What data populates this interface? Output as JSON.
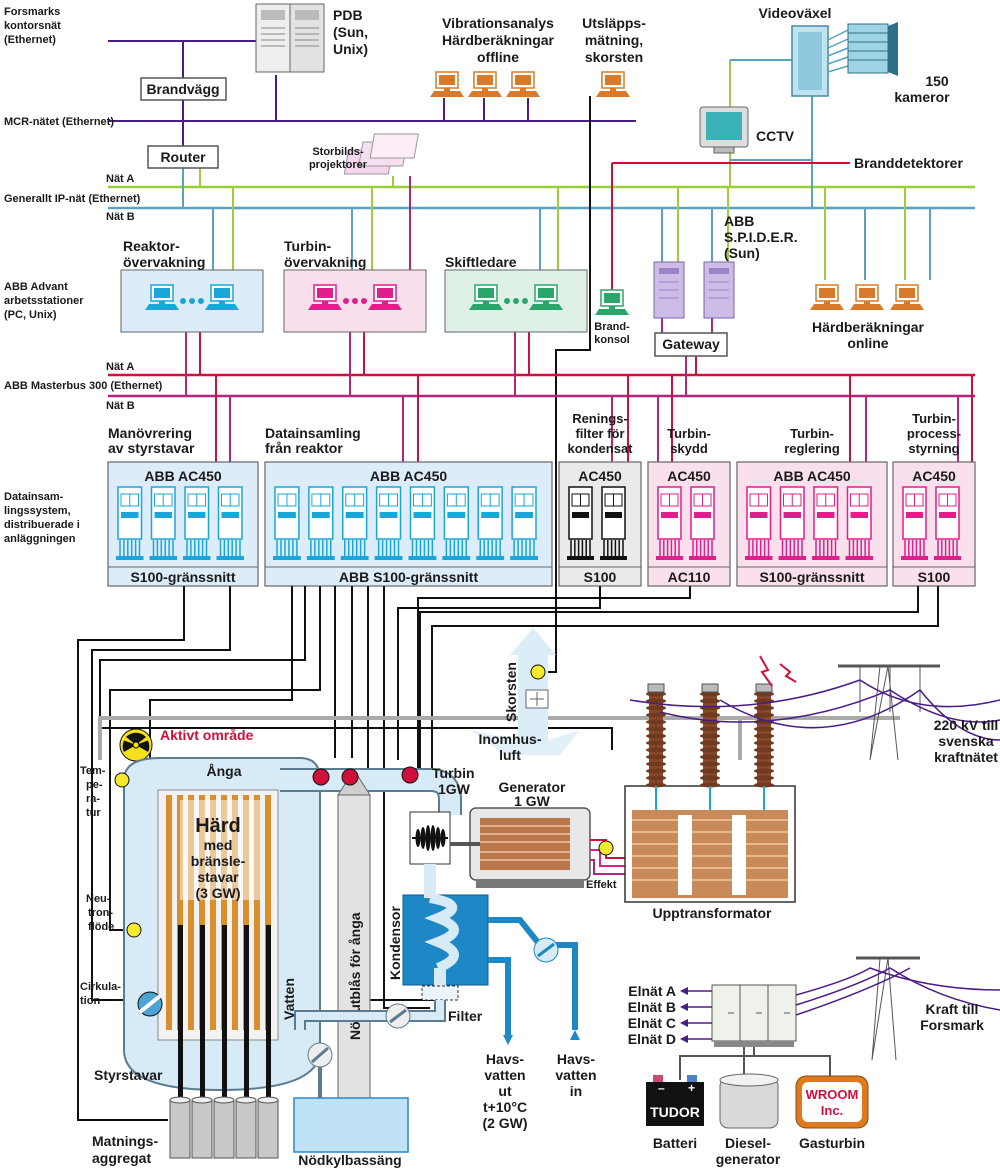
{
  "colors": {
    "purple": "#4b1c86",
    "green": "#9ccd3a",
    "blue": "#5aa2c2",
    "red": "#d0103a",
    "magenta": "#b3237f",
    "cyan": "#1aa6d8",
    "pink": "#e01e8c",
    "mint": "#2ba66b",
    "orange": "#d97a2a",
    "black": "#111111",
    "grey": "#9a9a9a"
  },
  "networks": {
    "forsmarks_kontorsnat": [
      "Forsmarks",
      "kontorsnät",
      "(Ethernet)"
    ],
    "mcr": "MCR-nätet (Ethernet)",
    "nat_a": "Nät A",
    "generellt_ip": "Generallt IP-nät (Ethernet)",
    "nat_b": "Nät B",
    "abb_advant": [
      "ABB Advant",
      "arbetsstationer",
      "(PC, Unix)"
    ],
    "masterbus": "ABB Masterbus 300 (Ethernet)",
    "datainsamling": [
      "Datainsam-",
      "lingssystem,",
      "distribuerade i",
      "anläggningen"
    ]
  },
  "top": {
    "brandvagg": "Brandvägg",
    "router": "Router",
    "pdb": [
      "PDB",
      "(Sun,",
      "Unix)"
    ],
    "vibration": [
      "Vibrationsanalys",
      "Härdberäkningar",
      "offline"
    ],
    "utslapp": [
      "Utsläpps-",
      "mätning,",
      "skorsten"
    ],
    "videovaxel": "Videoväxel",
    "kameror": [
      "150",
      "kameror"
    ],
    "cctv": "CCTV",
    "storbild": [
      "Storbilds-",
      "projektorer"
    ],
    "branddetektorer": "Branddetektorer"
  },
  "workstations": {
    "reaktor": [
      "Reaktor-",
      "övervakning"
    ],
    "turbin": [
      "Turbin-",
      "övervakning"
    ],
    "skift": "Skiftledare",
    "spider": [
      "ABB",
      "S.P.I.D.E.R.",
      "(Sun)"
    ],
    "brandkonsol": [
      "Brand-",
      "konsol"
    ],
    "gateway": "Gateway",
    "hardber_online": [
      "Härdberäkningar",
      "online"
    ]
  },
  "cabinets": [
    {
      "heading": [
        "Manövrering",
        "av styrstavar"
      ],
      "model": "ABB AC450",
      "footer": "S100-gränssnitt"
    },
    {
      "heading": [
        "Datainsamling",
        "från reaktor"
      ],
      "model": "ABB AC450",
      "footer": "ABB S100-gränssnitt"
    },
    {
      "heading": [
        "Renings-",
        "filter för",
        "kondensat"
      ],
      "model": "AC450",
      "footer": "S100"
    },
    {
      "heading": [
        "Turbin-",
        "skydd"
      ],
      "model": "AC450",
      "footer": "AC110"
    },
    {
      "heading": [
        "Turbin-",
        "reglering"
      ],
      "model": "ABB AC450",
      "footer": "S100-gränssnitt"
    },
    {
      "heading": [
        "Turbin-",
        "process-",
        "styrning"
      ],
      "model": "AC450",
      "footer": "S100"
    }
  ],
  "plant": {
    "aktivt": "Aktivt område",
    "anga": "Ånga",
    "temperatur": [
      "Tem-",
      "pe-",
      "ra-",
      "tur"
    ],
    "hard": [
      "Härd",
      "med",
      "bränsle-",
      "stavar",
      "(3 GW)"
    ],
    "neutron": [
      "Neu-",
      "tron-",
      "flöde"
    ],
    "cirkulation": [
      "Cirkula-",
      "tion"
    ],
    "vatten": "Vatten",
    "styrstavar": "Styrstavar",
    "matning": [
      "Matnings-",
      "aggregat"
    ],
    "nodutblas": "Nödutblås för ånga",
    "nodkyl": "Nödkylbassäng",
    "turbin": [
      "Turbin",
      "1GW"
    ],
    "generator": [
      "Generator",
      "1 GW"
    ],
    "kondensor": "Kondensor",
    "filter": "Filter",
    "havsvatten_ut": [
      "Havs-",
      "vatten",
      "ut",
      "t+10°C",
      "(2 GW)"
    ],
    "havsvatten_in": [
      "Havs-",
      "vatten",
      "in"
    ],
    "skorsten": "Skorsten",
    "inomhusluft": [
      "Inomhus-",
      "luft"
    ],
    "effekt": "Effekt",
    "upptransformator": "Upptransformator",
    "kv220": [
      "220 kV till",
      "svenska",
      "kraftnätet"
    ],
    "elnat": [
      "Elnät A",
      "Elnät B",
      "Elnät C",
      "Elnät D"
    ],
    "kraft_forsmark": [
      "Kraft till",
      "Forsmark"
    ],
    "batteri": "Batteri",
    "tudor": "TUDOR",
    "diesel": [
      "Diesel-",
      "generator"
    ],
    "gasturbin": "Gasturbin",
    "wroom": [
      "WROOM",
      "Inc."
    ]
  }
}
